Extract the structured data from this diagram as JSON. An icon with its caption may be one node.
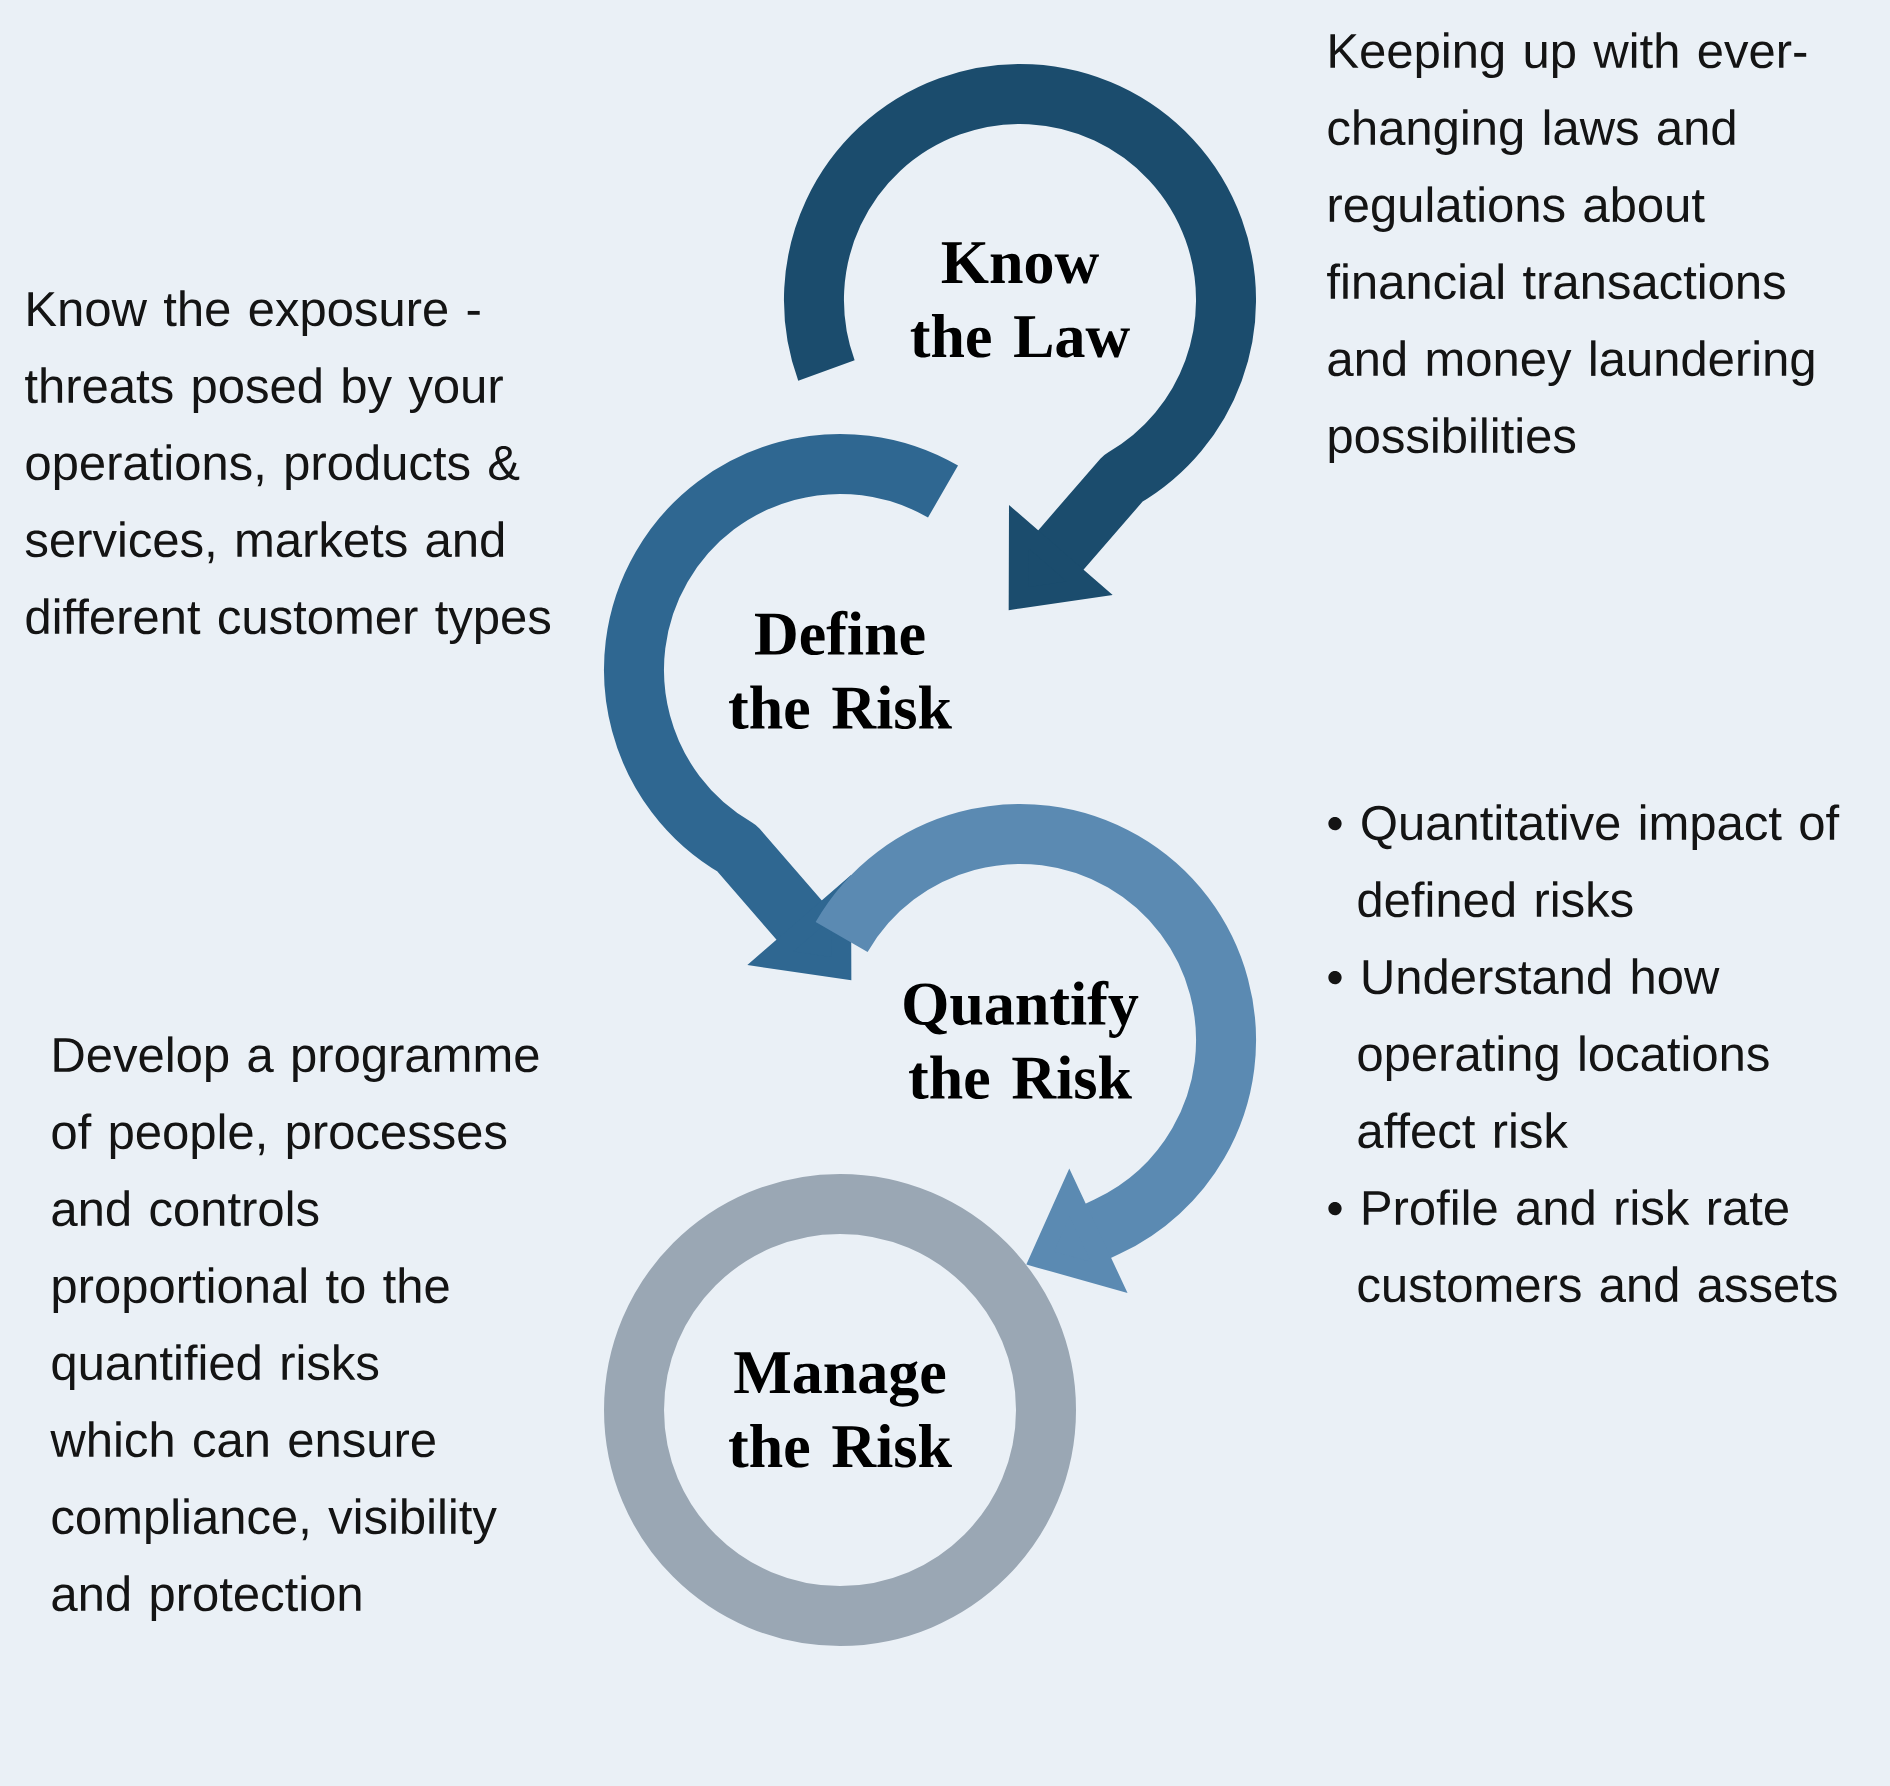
{
  "diagram": {
    "nodes": [
      {
        "text": [
          "Know the Law"
        ]
      },
      {
        "text": [
          "Define the Risk"
        ],
        "beside": [
          "Know the exposure - threats posed by your operations, products & services, markets and different customer types"
        ]
      },
      {
        "text": [
          "Quantify the Risk"
        ],
        "beside": [
          "• Quantitative impact of defined risks",
          "• Understand how operating locations affect risk",
          "• Profile and risk rate customers and assets"
        ]
      },
      {
        "text": [
          "Manage the Risk"
        ],
        "beside": [
          "Develop a programme of people, processes and controls proportional to the quantified risks which can ensure compliance, visibility and protection"
        ]
      }
    ],
    "edges": [
      {
        "from": 0,
        "to": 1,
        "arrow": "to",
        "color": "#1b4c6d"
      },
      {
        "from": 1,
        "to": 2,
        "arrow": "to",
        "color": "#2f6791"
      },
      {
        "from": 2,
        "to": 3,
        "arrow": "to",
        "color": "#5b8ab2"
      }
    ],
    "labels": [
      "Keeping up with ever-changing laws and regulations about financial transactions and money laundering possibilities"
    ]
  }
}
